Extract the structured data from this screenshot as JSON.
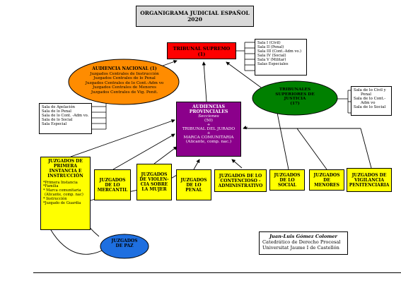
{
  "title": {
    "line1": "ORGANIGRAMA JUDICIAL ESPAÑOL",
    "line2": "2020"
  },
  "tribunal_supremo": {
    "name": "TRIBUNAL SUPREMO",
    "count": "(1)"
  },
  "ts_salas": [
    "Sala I (Civil)",
    "Sala II (Penal)",
    "Sala III (Cont.-Adm vo.)",
    "Sala IV (Social)",
    "Sala V (Militar)",
    "Salas Especiales"
  ],
  "audiencia_nacional": {
    "name": "AUDIENCIA NACIONAL",
    "count": "(1)",
    "items": [
      "Juzgados Centrales de Instrucción",
      "Juzgados Centrales de lo Penal",
      "Juzgados Centrales de lo Cont.-Adm vo",
      "Juzgados Centrales de Menores",
      "Juzgados Centrales de Vig. Penit."
    ]
  },
  "an_salas": [
    "Sala de Apelación",
    "Sala de lo Penal",
    "Sala de lo Cont. -Adm vo.",
    "Sala de lo Social",
    "Sala Especial"
  ],
  "tsj": {
    "name": "TRIBUNALES SUPERIORES DE JUSTICIA",
    "count": "(17)"
  },
  "tsj_salas": [
    "Sala de lo Civil y",
    "Penal",
    "Sala de lo Cont.-",
    "Adm vo",
    "Sala de lo Social"
  ],
  "audiencias_provinciales": {
    "line1": "AUDIENCIAS",
    "line2": "PROVINCIALES",
    "line3": "Secciones",
    "line4": "(50)",
    "plus1": "+",
    "line5": "TRIBUNAL DEL JURADO",
    "plus2": "+",
    "line6": "MARCA COMUNITARIA",
    "line7": "(Alicante, comp. nac.)"
  },
  "primera_instancia": {
    "title": "JUZGADOS DE PRIMERA INSTANCIA E INSTRUCCIÓN",
    "items": [
      "*Primera Instancia",
      "*Familia",
      "* Marca comunitaria",
      "(Alicante, comp. nac)",
      "* Instrucción",
      "*Juzgado de Guardia"
    ]
  },
  "juzgados": [
    {
      "key": "mercantil",
      "label": "JUZGADOS DE LO MERCANTIL"
    },
    {
      "key": "violencia",
      "label": "JUZGADOS DE VIOLEN-CIA SOBRE LA MUJER"
    },
    {
      "key": "penal",
      "label": "JUZGADOS DE LO PENAL"
    },
    {
      "key": "contencioso",
      "label": "JUZGADOS DE LO CONTENCIOSO - ADMINISTRATIVO"
    },
    {
      "key": "social",
      "label": "JUZGADOS DE LO SOCIAL"
    },
    {
      "key": "menores",
      "label": "JUZGADOS DE MENORES"
    },
    {
      "key": "vigilancia",
      "label": "JUZGADOS DE VIGILANCIA PENITENCIARIA"
    }
  ],
  "paz": {
    "line1": "JUZGADOS",
    "line2": "DE PAZ"
  },
  "author": {
    "name": "Juan-Luis Gómez Colomer",
    "line2": "Catedrático de Derecho Procesal",
    "line3": "Universitat Jaume I de Castellón"
  },
  "colors": {
    "ts": "#ff0000",
    "an": "#ff8c00",
    "tsj": "#008000",
    "ap": "#8b008b",
    "juzgados": "#ffff00",
    "paz": "#1e6fe0",
    "title": "#d9d9d9"
  }
}
